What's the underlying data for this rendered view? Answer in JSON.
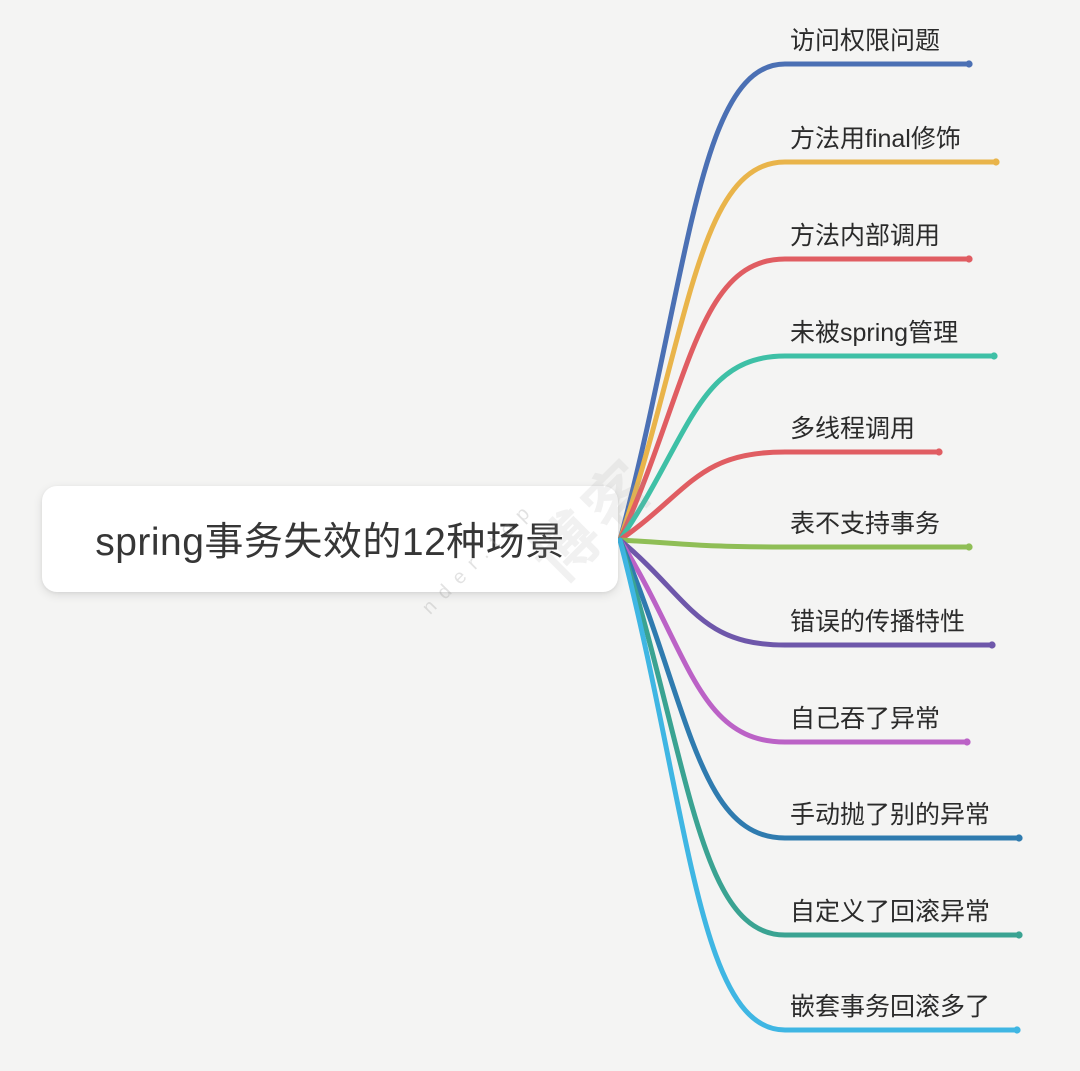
{
  "background_color": "#f4f4f3",
  "root": {
    "label": "spring事务失效的12种场景",
    "bg_color": "#ffffff",
    "text_color": "#363636"
  },
  "branches": [
    {
      "label": "访问权限问题",
      "color": "#4b70b4"
    },
    {
      "label": "方法用final修饰",
      "color": "#e9b44a"
    },
    {
      "label": "方法内部调用",
      "color": "#e05d62"
    },
    {
      "label": "未被spring管理",
      "color": "#3ec0a6"
    },
    {
      "label": "多线程调用",
      "color": "#e05d62"
    },
    {
      "label": "表不支持事务",
      "color": "#8fbe56"
    },
    {
      "label": "错误的传播特性",
      "color": "#6e57aa"
    },
    {
      "label": "自己吞了异常",
      "color": "#bb62c6"
    },
    {
      "label": "手动抛了别的异常",
      "color": "#2f7baf"
    },
    {
      "label": "自定义了回滚异常",
      "color": "#3aa392"
    },
    {
      "label": "嵌套事务回滚多了",
      "color": "#3fb6e3"
    }
  ],
  "label_text_color": "#2b2b2b",
  "watermark": {
    "latin_fragment": "nder.top",
    "cjk_fragment": "博客"
  }
}
